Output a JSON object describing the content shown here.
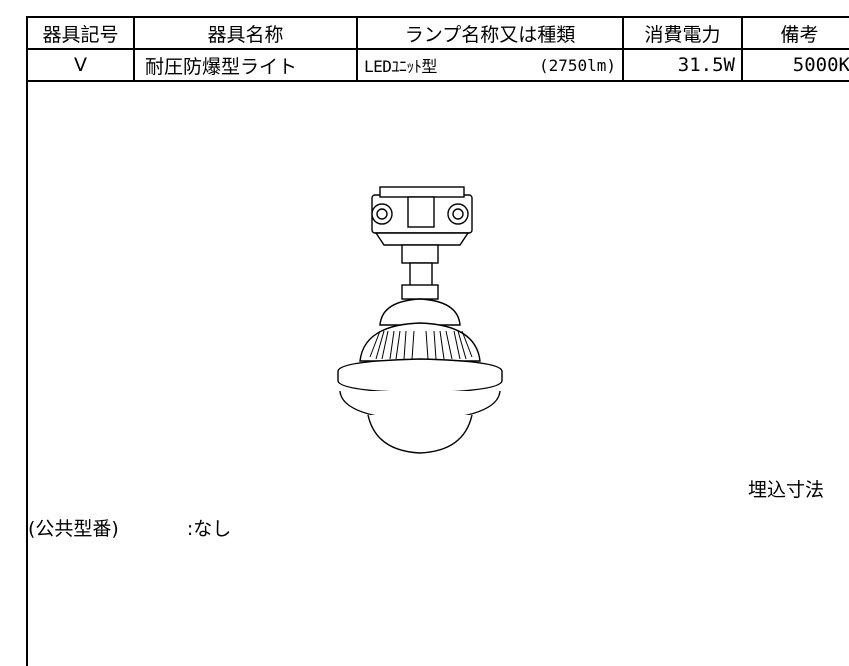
{
  "table": {
    "headers": {
      "code": "器具記号",
      "name": "器具名称",
      "lamp": "ランプ名称又は種類",
      "power": "消費電力",
      "remarks": "備考"
    },
    "row": {
      "code": "V",
      "name": "耐圧防爆型ライト",
      "lamp_type": "LEDﾕﾆｯﾄ型",
      "lumen": "(2750lm)",
      "power": "31.5W",
      "remarks": "5000K"
    }
  },
  "embed_dimension_label": "埋込寸法",
  "public_number": {
    "label": "(公共型番)",
    "value": ":なし"
  }
}
